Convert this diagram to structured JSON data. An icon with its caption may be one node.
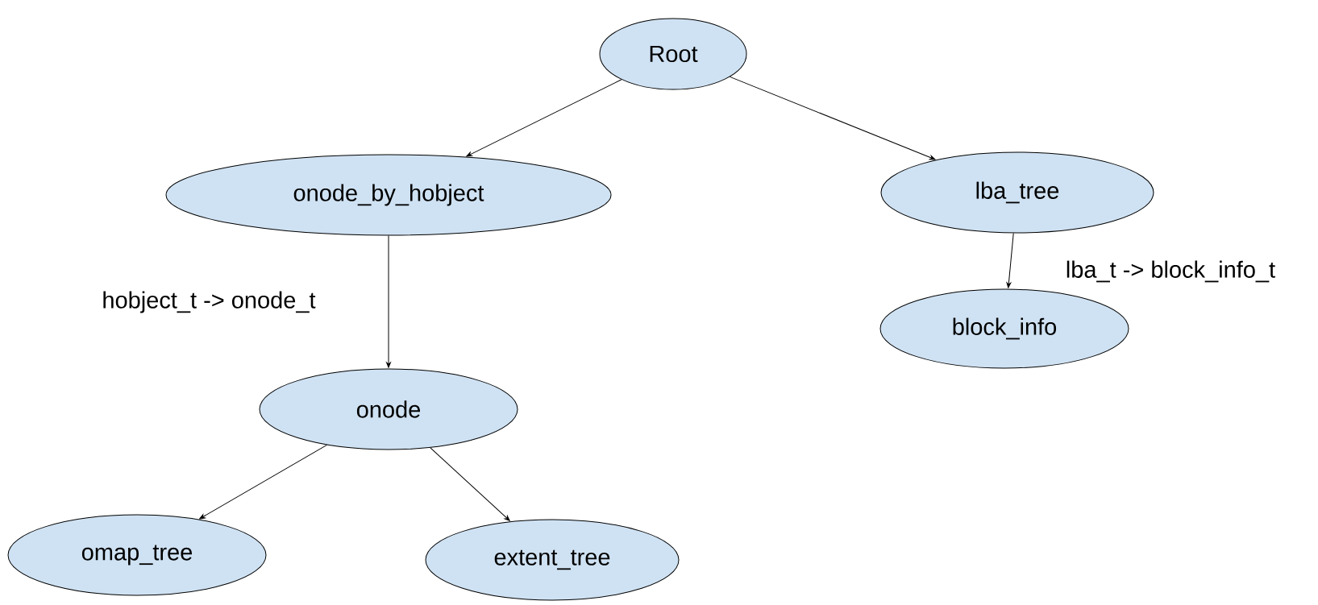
{
  "diagram": {
    "nodes": [
      {
        "text": [
          "Root"
        ]
      },
      {
        "text": [
          "onode_by_hobject"
        ]
      },
      {
        "text": [
          "lba_tree"
        ]
      },
      {
        "text": [
          "onode"
        ]
      },
      {
        "text": [
          "block_info"
        ]
      },
      {
        "text": [
          "omap_tree"
        ]
      },
      {
        "text": [
          "extent_tree"
        ]
      }
    ],
    "edges": [
      {
        "from": 0,
        "to": 1,
        "arrow": "to"
      },
      {
        "from": 0,
        "to": 2,
        "arrow": "to"
      },
      {
        "from": 1,
        "to": 3,
        "arrow": "to",
        "label": "hobject_t -> onode_t"
      },
      {
        "from": 2,
        "to": 4,
        "arrow": "to",
        "label": "lba_t -> block_info_t"
      },
      {
        "from": 3,
        "to": 5,
        "arrow": "to"
      },
      {
        "from": 3,
        "to": 6,
        "arrow": "to"
      }
    ]
  }
}
